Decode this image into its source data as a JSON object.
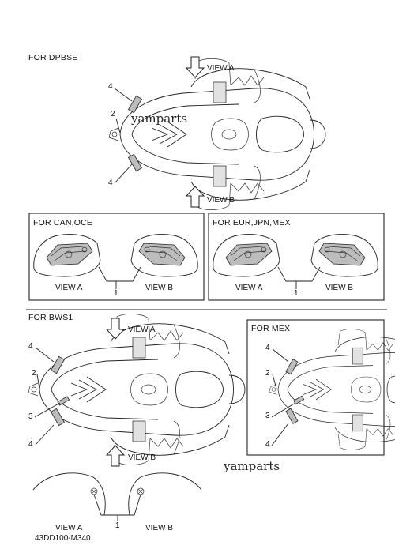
{
  "sections": {
    "dpbse": {
      "title": "FOR DPBSE",
      "view_a": "VIEW A",
      "view_b": "VIEW B",
      "callouts": [
        "4",
        "2",
        "4"
      ]
    },
    "can_oce": {
      "title": "FOR CAN,OCE",
      "view_a": "VIEW A",
      "view_b": "VIEW B",
      "callout": "1"
    },
    "eur_jpn_mex": {
      "title": "FOR EUR,JPN,MEX",
      "view_a": "VIEW A",
      "view_b": "VIEW B",
      "callout": "1"
    },
    "bws1": {
      "title": "FOR BWS1",
      "view_a": "VIEW A",
      "view_b": "VIEW B",
      "callouts": [
        "4",
        "2",
        "3",
        "4"
      ],
      "bottom_view_a": "VIEW A",
      "bottom_view_b": "VIEW B",
      "bottom_callout": "1"
    },
    "mex": {
      "title": "FOR MEX",
      "callouts": [
        "4",
        "2",
        "3",
        "4"
      ]
    }
  },
  "watermarks": [
    "yamparts",
    "yamparts"
  ],
  "diagram_code": "43DD100-M340"
}
